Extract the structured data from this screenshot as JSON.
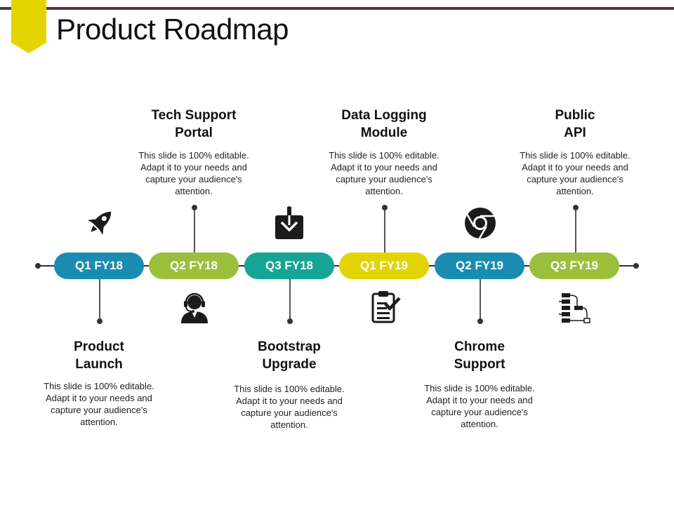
{
  "slide": {
    "title": "Product Roadmap"
  },
  "colors": {
    "blue": "#1a8cb2",
    "green": "#9bbf3b",
    "teal": "#16a595",
    "yellow": "#e3d400",
    "accent_bar": "#4a3b36"
  },
  "milestones": [
    {
      "quarter": "Q1 FY18",
      "heading": "Product\nLaunch",
      "description": "This slide is 100% editable.\nAdapt it to your needs and\ncapture your audience's\nattention.",
      "icon": "rocket-icon",
      "color": "#1a8cb2"
    },
    {
      "quarter": "Q2 FY18",
      "heading": "Tech Support\nPortal",
      "description": "This slide is 100% editable.\nAdapt it to your needs and\ncapture your audience's\nattention.",
      "icon": "support-agent-icon",
      "color": "#9bbf3b"
    },
    {
      "quarter": "Q3 FY18",
      "heading": "Bootstrap\nUpgrade",
      "description": "This slide is 100% editable.\nAdapt it to your needs and\ncapture your audience's\nattention.",
      "icon": "download-tray-icon",
      "color": "#16a595"
    },
    {
      "quarter": "Q1 FY19",
      "heading": "Data Logging\nModule",
      "description": "This slide is 100% editable.\nAdapt it to your needs and\ncapture your audience's\nattention.",
      "icon": "clipboard-check-icon",
      "color": "#e3d400"
    },
    {
      "quarter": "Q2 FY19",
      "heading": "Chrome\nSupport",
      "description": "This slide is 100% editable.\nAdapt it to your needs and\ncapture your audience's\nattention.",
      "icon": "chrome-icon",
      "color": "#1a8cb2"
    },
    {
      "quarter": "Q3 FY19",
      "heading": "Public\nAPI",
      "description": "This slide is 100% editable.\nAdapt it to your needs and\ncapture your audience's\nattention.",
      "icon": "api-flow-icon",
      "color": "#9bbf3b"
    }
  ]
}
